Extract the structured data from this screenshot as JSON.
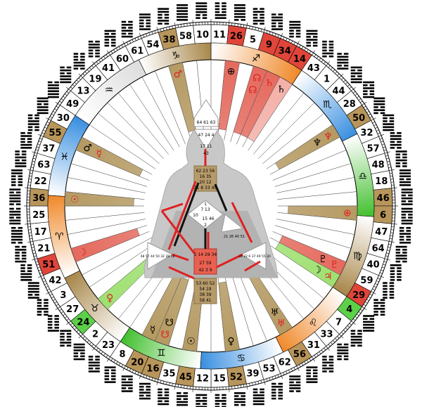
{
  "gates_clockwise_from_top": [
    "11",
    "26",
    "5",
    "9",
    "34",
    "14",
    "43",
    "1",
    "44",
    "28",
    "50",
    "32",
    "57",
    "48",
    "18",
    "46",
    "6",
    "47",
    "64",
    "40",
    "59",
    "29",
    "4",
    "7",
    "33",
    "31",
    "56",
    "62",
    "53",
    "39",
    "52",
    "15",
    "12",
    "45",
    "35",
    "16",
    "20",
    "8",
    "23",
    "2",
    "24",
    "27",
    "3",
    "42",
    "51",
    "21",
    "17",
    "25",
    "36",
    "22",
    "63",
    "37",
    "55",
    "30",
    "49",
    "13",
    "19",
    "41",
    "60",
    "61",
    "54",
    "38",
    "58",
    "10"
  ],
  "gate_highlights": {
    "38": "#b8955a",
    "26": "#e0453a",
    "9": "#e0453a",
    "34": "#e0453a",
    "14": "#e0453a",
    "50": "#b8955a",
    "46": "#b8955a",
    "6": "#b8955a",
    "29": "#e0453a",
    "4": "#5cd048",
    "56": "#b8955a",
    "52": "#b8955a",
    "45": "#b8955a",
    "20": "#b8955a",
    "16": "#b8955a",
    "24": "#5cd048",
    "51": "#e0453a",
    "36": "#b8955a",
    "55": "#b8955a"
  },
  "zodiac": [
    {
      "symbol": "♐",
      "color": "#f08a2c"
    },
    {
      "symbol": "♏",
      "color": "#3a90e0"
    },
    {
      "symbol": "♎",
      "color": "#44c030"
    },
    {
      "symbol": "♍",
      "color": "#a8874a"
    },
    {
      "symbol": "♌",
      "color": "#f08a2c"
    },
    {
      "symbol": "♋",
      "color": "#3a90e0"
    },
    {
      "symbol": "♊",
      "color": "#44c030"
    },
    {
      "symbol": "♉",
      "color": "#a8874a"
    },
    {
      "symbol": "♈",
      "color": "#f08a2c"
    },
    {
      "symbol": "♓",
      "color": "#3a90e0"
    },
    {
      "symbol": "♒",
      "color": "#dddddd"
    },
    {
      "symbol": "♑",
      "color": "#a8874a"
    }
  ],
  "rays": [
    {
      "gate": "38",
      "color": "#b59a62",
      "planets": [
        {
          "s": "♂",
          "c": "#e02020"
        }
      ]
    },
    {
      "gate": "26",
      "color": "#e56a5e",
      "planets": [
        {
          "s": "⊕",
          "c": "#000"
        }
      ]
    },
    {
      "gate": "9",
      "color": "#e56a5e",
      "planets": [
        {
          "s": "☊",
          "c": "#e02020"
        },
        {
          "s": "☊",
          "c": "#e02020"
        }
      ]
    },
    {
      "gate": "34",
      "color": "#e56a5e",
      "planets": [
        {
          "s": "♄",
          "c": "#e02020"
        }
      ]
    },
    {
      "gate": "14",
      "color": "#f3b0a8",
      "planets": [
        {
          "s": "♄",
          "c": "#000"
        }
      ]
    },
    {
      "gate": "50",
      "color": "#b59a62",
      "planets": [
        {
          "s": "♆",
          "c": "#e02020"
        },
        {
          "s": "♆",
          "c": "#000"
        }
      ]
    },
    {
      "gate": "6",
      "color": "#b59a62",
      "planets": [
        {
          "s": "⊕",
          "c": "#e02020"
        }
      ]
    },
    {
      "gate": "59",
      "color": "#e56a5e",
      "planets": [
        {
          "s": "♇",
          "c": "#e02020"
        },
        {
          "s": "♇",
          "c": "#000"
        }
      ]
    },
    {
      "gate": "29",
      "color": "#9ee070",
      "planets": [
        {
          "s": "♃",
          "c": "#e02020"
        },
        {
          "s": "☽",
          "c": "#000"
        }
      ]
    },
    {
      "gate": "56",
      "color": "#b59a62",
      "planets": [
        {
          "s": "♅",
          "c": "#e02020"
        },
        {
          "s": "♅",
          "c": "#000"
        }
      ]
    },
    {
      "gate": "52",
      "color": "#b59a62",
      "planets": [
        {
          "s": "♀",
          "c": "#000"
        }
      ]
    },
    {
      "gate": "45",
      "color": "#b59a62",
      "planets": [
        {
          "s": "☉",
          "c": "#000"
        }
      ]
    },
    {
      "gate": "16",
      "color": "#b59a62",
      "planets": [
        {
          "s": "☋",
          "c": "#e02020"
        },
        {
          "s": "☋",
          "c": "#000"
        }
      ]
    },
    {
      "gate": "20",
      "color": "#b59a62",
      "planets": [
        {
          "s": "☿",
          "c": "#000"
        }
      ]
    },
    {
      "gate": "24",
      "color": "#9ee070",
      "planets": [
        {
          "s": "♀",
          "c": "#e02020"
        }
      ]
    },
    {
      "gate": "51",
      "color": "#e56a5e",
      "planets": [
        {
          "s": "☽",
          "c": "#e02020"
        }
      ]
    },
    {
      "gate": "36",
      "color": "#b59a62",
      "planets": [
        {
          "s": "☉",
          "c": "#e02020"
        }
      ]
    },
    {
      "gate": "55",
      "color": "#b59a62",
      "planets": [
        {
          "s": "♂",
          "c": "#000"
        },
        {
          "s": "☿",
          "c": "#e02020"
        }
      ]
    }
  ],
  "bodygraph": {
    "head": "64 61 63",
    "ajna": "47 24 4",
    "ajna2": "17 11",
    "ajna3": "43",
    "throat1": "62 23 56",
    "throat2": "16 35",
    "throat3": "20 12",
    "throat4": "31 8 33 45",
    "g1": "1",
    "g2": "7 13",
    "g3": "10",
    "g4": "15 46",
    "g5": "2",
    "heart": "21 26 40 51",
    "spleen": "48 57 44 50 32 28 18",
    "solar": "36 22 6 37 49 55 30",
    "sacral1": "5 14 29 34",
    "sacral2": "27 59",
    "sacral3": "42 3 9",
    "root1": "53 60 52",
    "root2": "54 19",
    "root3": "38 39",
    "root4": "58 41"
  }
}
